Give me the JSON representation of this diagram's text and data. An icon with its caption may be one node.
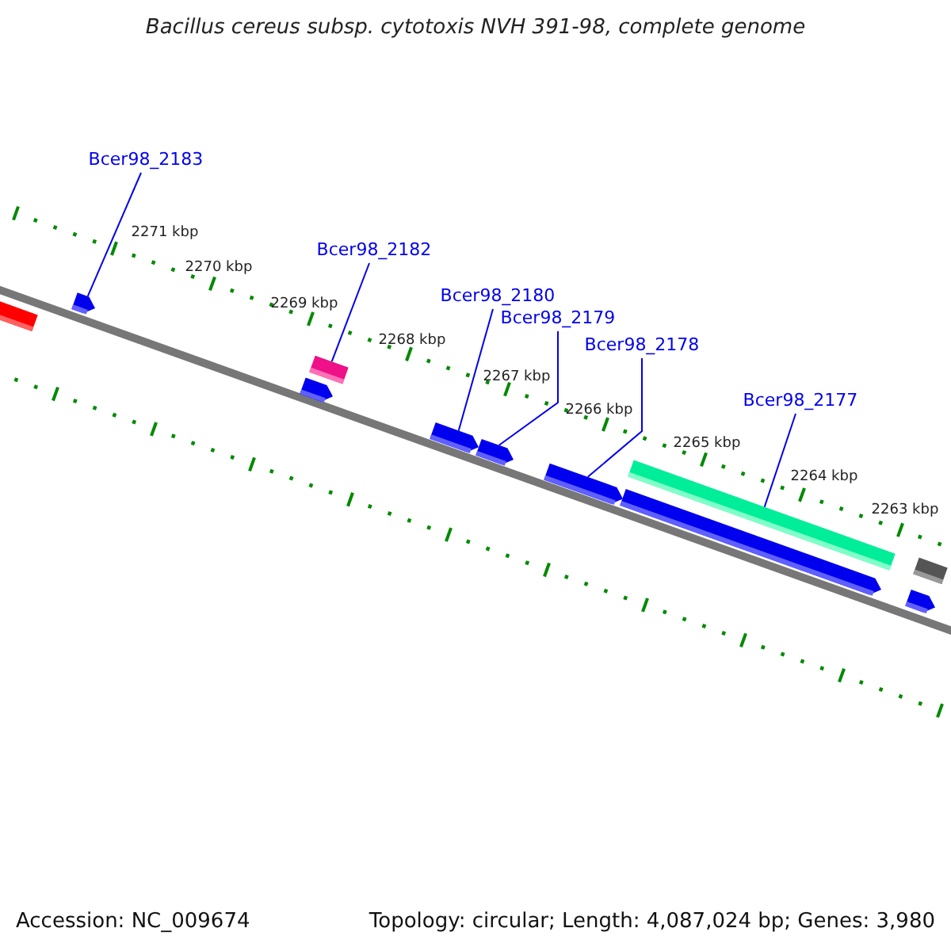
{
  "diagram": {
    "title": "Bacillus cereus subsp. cytotoxis NVH 391-98, complete genome",
    "nodes": [
      {
        "text": [
          "Bcer98_2183"
        ]
      },
      {
        "text": [
          "Bcer98_2182"
        ]
      },
      {
        "text": [
          "Bcer98_2180"
        ]
      },
      {
        "text": [
          "Bcer98_2179"
        ]
      },
      {
        "text": [
          "Bcer98_2178"
        ]
      },
      {
        "text": [
          "Bcer98_2177"
        ]
      },
      {
        "text": [],
        "shape": "bar"
      },
      {
        "text": [],
        "shape": "arrow"
      },
      {
        "text": [],
        "shape": "arrow"
      },
      {
        "text": [],
        "shape": "bar"
      },
      {
        "text": [],
        "shape": "arrow"
      },
      {
        "text": [],
        "shape": "arrow"
      },
      {
        "text": [],
        "shape": "arrow"
      },
      {
        "text": [],
        "shape": "arrow"
      },
      {
        "text": [],
        "shape": "bar"
      },
      {
        "text": [],
        "shape": "arrow"
      },
      {
        "text": [],
        "shape": "bar"
      }
    ],
    "edges": [
      {
        "from": 0,
        "to": 7,
        "arrow": "none"
      },
      {
        "from": 1,
        "to": 9,
        "arrow": "none"
      },
      {
        "from": 2,
        "to": 10,
        "arrow": "none"
      },
      {
        "from": 3,
        "to": 11,
        "arrow": "none"
      },
      {
        "from": 4,
        "to": 12,
        "arrow": "none"
      },
      {
        "from": 5,
        "to": 14,
        "arrow": "none"
      }
    ],
    "labels": [
      "2271 kbp",
      "2270 kbp",
      "2269 kbp",
      "2268 kbp",
      "2267 kbp",
      "2266 kbp",
      "2265 kbp",
      "2264 kbp",
      "2263 kbp",
      "Accession: NC_009674",
      "Topology: circular; Length: 4,087,024 bp; Genes: 3,980"
    ]
  }
}
